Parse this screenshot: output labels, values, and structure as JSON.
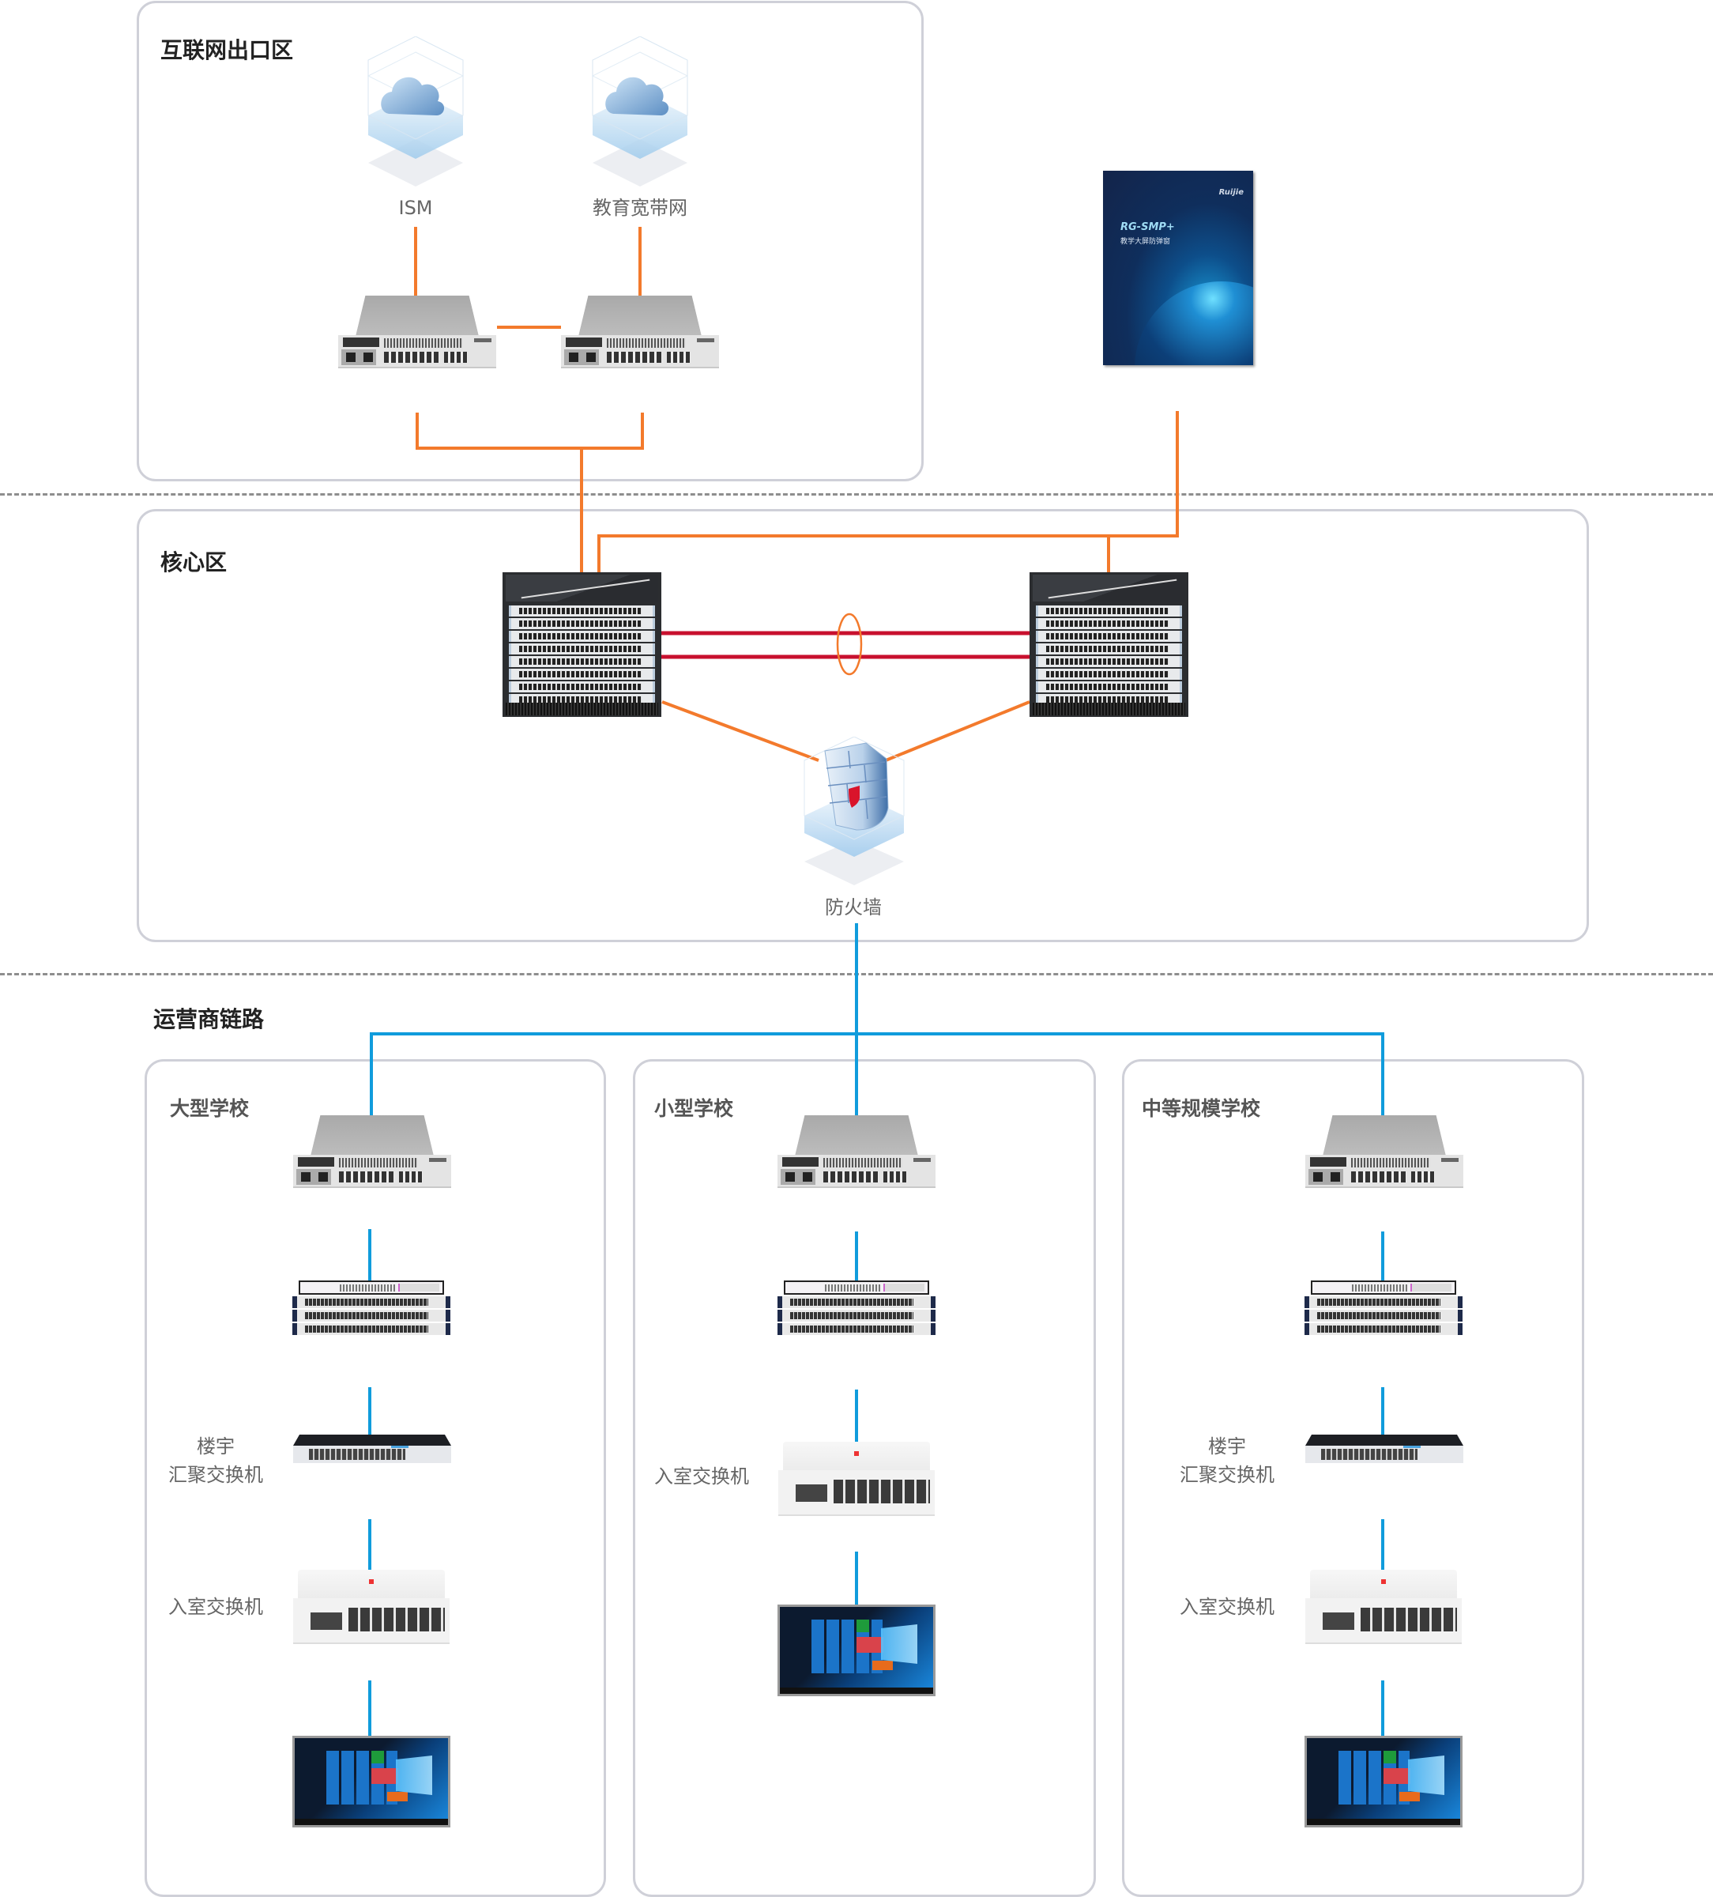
{
  "zones": {
    "internet_exit": {
      "title": "互联网出口区"
    },
    "core": {
      "title": "核心区"
    },
    "carrier_link": {
      "title": "运营商链路"
    }
  },
  "internet_exit": {
    "clouds": [
      {
        "label": "ISM",
        "icon": "cloud-icon"
      },
      {
        "label": "教育宽带网",
        "icon": "cloud-icon"
      }
    ],
    "routers": [
      {
        "icon": "egress-router-icon"
      },
      {
        "icon": "egress-router-icon"
      }
    ]
  },
  "product_box": {
    "title": "RG-SMP+",
    "subtitle": "教学大屏防弹窗",
    "brand": "Ruijie"
  },
  "core": {
    "switches": [
      {
        "icon": "core-chassis-switch-icon"
      },
      {
        "icon": "core-chassis-switch-icon"
      }
    ],
    "firewall": {
      "label": "防火墙",
      "icon": "firewall-icon"
    }
  },
  "schools": [
    {
      "title": "大型学校",
      "devices": [
        {
          "type": "router",
          "label": ""
        },
        {
          "type": "chassis",
          "label": ""
        },
        {
          "type": "aggregation",
          "label_line1": "楼宇",
          "label_line2": "汇聚交换机"
        },
        {
          "type": "access",
          "label": "入室交换机"
        },
        {
          "type": "display",
          "label": ""
        }
      ]
    },
    {
      "title": "小型学校",
      "devices": [
        {
          "type": "router",
          "label": ""
        },
        {
          "type": "chassis",
          "label": ""
        },
        {
          "type": "access",
          "label": "入室交换机"
        },
        {
          "type": "display",
          "label": ""
        }
      ]
    },
    {
      "title": "中等规模学校",
      "devices": [
        {
          "type": "router",
          "label": ""
        },
        {
          "type": "chassis",
          "label": ""
        },
        {
          "type": "aggregation",
          "label_line1": "楼宇",
          "label_line2": "汇聚交换机"
        },
        {
          "type": "access",
          "label": "入室交换机"
        },
        {
          "type": "display",
          "label": ""
        }
      ]
    }
  ],
  "colors": {
    "uplink_orange": "#f37a2c",
    "stack_link_red": "#c8102e",
    "carrier_blue": "#109cdc",
    "zone_border": "#cfd0d8",
    "divider": "#8e8e8e"
  }
}
